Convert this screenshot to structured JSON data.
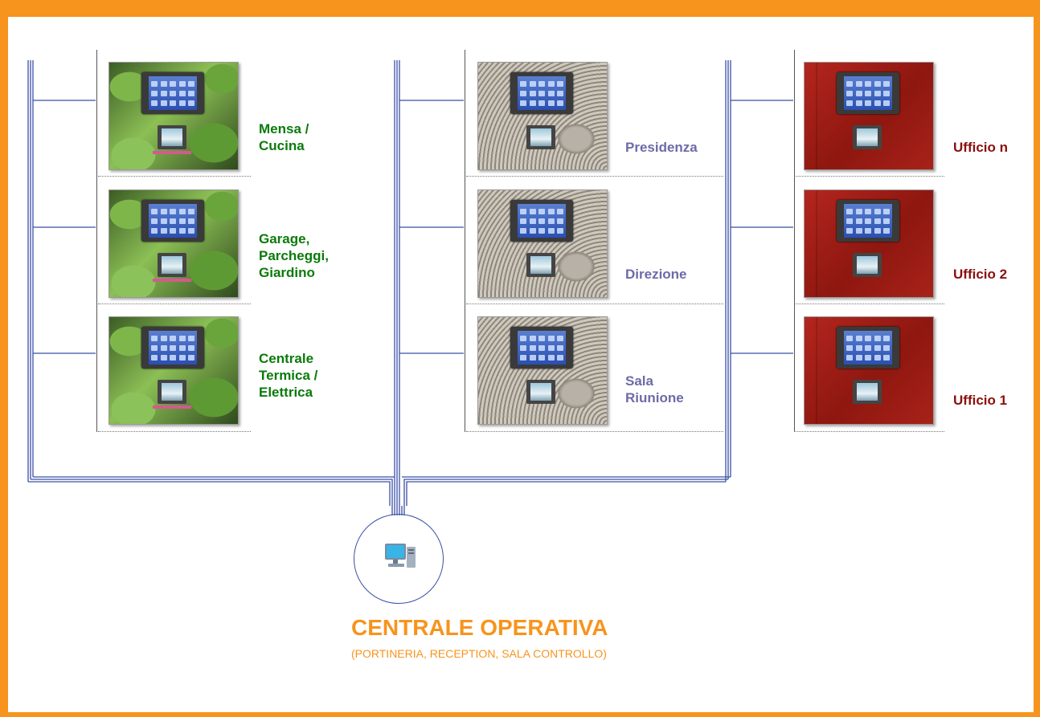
{
  "colors": {
    "frame": "#f7941d",
    "wire": "#3b4fa8",
    "title": "#f7941d",
    "green_label": "#0b7a0b",
    "violet_label": "#6e6aa6",
    "maroon_label": "#8a0f0f"
  },
  "groups": [
    {
      "labels": [
        "Mensa /\nCucina",
        "Garage,\nParcheggi,\nGiardino",
        "Centrale\nTermica /\nElettrica"
      ],
      "style": "green"
    },
    {
      "labels": [
        "Presidenza",
        "Direzione",
        "Sala\nRiunione"
      ],
      "style": "sand"
    },
    {
      "labels": [
        "Ufficio n",
        "Ufficio 2",
        "Ufficio 1"
      ],
      "style": "red"
    }
  ],
  "central": {
    "icon": "computer-icon",
    "title": "CENTRALE OPERATIVA",
    "subtitle": "(PORTINERIA, RECEPTION, SALA CONTROLLO)"
  }
}
